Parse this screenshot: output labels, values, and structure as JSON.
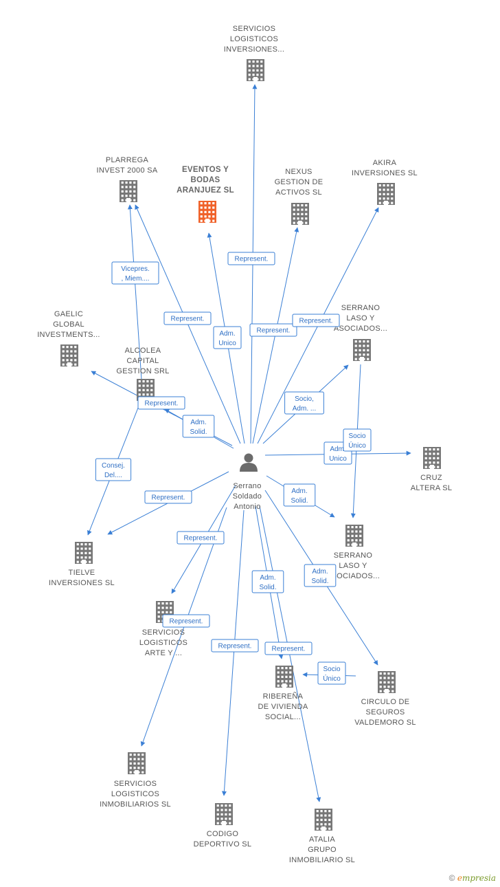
{
  "colors": {
    "edge": "#3a7fd5",
    "building": "#777777",
    "main_building": "#f0622a",
    "person": "#6b6b6b"
  },
  "person": {
    "id": "p",
    "label": [
      "Serrano",
      "Soldado",
      "Antonio"
    ],
    "icon": "person-icon"
  },
  "companies": [
    {
      "id": "eventos",
      "label": [
        "EVENTOS Y",
        "BODAS",
        "ARANJUEZ  SL"
      ],
      "main": true,
      "icon": "building-icon"
    },
    {
      "id": "svcinv",
      "label": [
        "SERVICIOS",
        "LOGISTICOS",
        "INVERSIONES..."
      ],
      "icon": "building-icon"
    },
    {
      "id": "plarrega",
      "label": [
        "PLARREGA",
        "INVEST 2000 SA"
      ],
      "icon": "building-icon"
    },
    {
      "id": "nexus",
      "label": [
        "NEXUS",
        "GESTION DE",
        "ACTIVOS SL"
      ],
      "icon": "building-icon"
    },
    {
      "id": "akira",
      "label": [
        "AKIRA",
        "INVERSIONES SL"
      ],
      "icon": "building-icon"
    },
    {
      "id": "gaelic",
      "label": [
        "GAELIC",
        "GLOBAL",
        "INVESTMENTS..."
      ],
      "icon": "building-icon"
    },
    {
      "id": "alcolea",
      "label": [
        "ALCOLEA",
        "CAPITAL",
        "GESTION SRL"
      ],
      "icon": "building-icon"
    },
    {
      "id": "serrano1",
      "label": [
        "SERRANO",
        "LASO Y",
        "ASOCIADOS..."
      ],
      "icon": "building-icon"
    },
    {
      "id": "cruz",
      "label": [
        "CRUZ",
        "ALTERA SL"
      ],
      "icon": "building-icon"
    },
    {
      "id": "tielve",
      "label": [
        "TIELVE",
        "INVERSIONES SL"
      ],
      "icon": "building-icon"
    },
    {
      "id": "serrano2",
      "label": [
        "SERRANO",
        "LASO Y",
        "ASOCIADOS..."
      ],
      "icon": "building-icon"
    },
    {
      "id": "svcarte",
      "label": [
        "SERVICIOS",
        "LOGISTICOS",
        "ARTE Y ..."
      ],
      "icon": "building-icon"
    },
    {
      "id": "ribera",
      "label": [
        "RIBEREÑA",
        "DE VIVIENDA",
        "SOCIAL..."
      ],
      "icon": "building-icon"
    },
    {
      "id": "circulo",
      "label": [
        "CIRCULO DE",
        "SEGUROS",
        "VALDEMORO SL"
      ],
      "icon": "building-icon"
    },
    {
      "id": "svcinmo",
      "label": [
        "SERVICIOS",
        "LOGISTICOS",
        "INMOBILIARIOS SL"
      ],
      "icon": "building-icon"
    },
    {
      "id": "codigo",
      "label": [
        "CODIGO",
        "DEPORTIVO SL"
      ],
      "icon": "building-icon"
    },
    {
      "id": "atalia",
      "label": [
        "ATALIA",
        "GRUPO",
        "INMOBILIARIO SL"
      ],
      "icon": "building-icon"
    }
  ],
  "edges": [
    {
      "from": "p",
      "to": "svcinv",
      "label": [
        "Represent."
      ]
    },
    {
      "from": "p",
      "to": "plarrega",
      "label": [
        "Represent."
      ]
    },
    {
      "from": "p",
      "to": "eventos",
      "label": [
        "Adm.",
        "Unico"
      ]
    },
    {
      "from": "p",
      "to": "nexus",
      "label": [
        "Represent."
      ]
    },
    {
      "from": "p",
      "to": "akira",
      "label": [
        "Represent."
      ]
    },
    {
      "from": "alcolea",
      "to": "plarrega",
      "label": [
        "Vicepres.",
        ", Miem...."
      ]
    },
    {
      "from": "p",
      "to": "gaelic",
      "label": [
        "Represent."
      ]
    },
    {
      "from": "p",
      "to": "alcolea",
      "label": [
        "Adm.",
        "Solid."
      ]
    },
    {
      "from": "alcolea",
      "to": "tielve",
      "label": [
        "Consej.",
        "Del...."
      ]
    },
    {
      "from": "p",
      "to": "serrano1",
      "label": [
        "Socio,",
        "Adm. ..."
      ]
    },
    {
      "from": "p",
      "to": "cruz",
      "label": [
        "Adm.",
        "Unico"
      ]
    },
    {
      "from": "serrano1",
      "to": "serrano2",
      "label": [
        "Socio",
        "Único"
      ]
    },
    {
      "from": "p",
      "to": "tielve",
      "label": [
        "Represent."
      ]
    },
    {
      "from": "p",
      "to": "serrano2",
      "label": [
        "Adm.",
        "Solid."
      ]
    },
    {
      "from": "p",
      "to": "svcarte",
      "label": [
        "Represent."
      ]
    },
    {
      "from": "p",
      "to": "ribera",
      "label": [
        "Adm.",
        "Solid."
      ]
    },
    {
      "from": "p",
      "to": "circulo",
      "label": [
        "Adm.",
        "Solid."
      ]
    },
    {
      "from": "circulo",
      "to": "ribera",
      "label": [
        "Socio",
        "Único"
      ]
    },
    {
      "from": "p",
      "to": "svcinmo",
      "label": [
        "Represent."
      ]
    },
    {
      "from": "p",
      "to": "codigo",
      "label": [
        "Represent."
      ]
    },
    {
      "from": "p",
      "to": "atalia",
      "label": [
        "Represent."
      ]
    }
  ],
  "footer": {
    "copyright": "©",
    "brand_initial": "e",
    "brand_rest": "mpresia"
  }
}
